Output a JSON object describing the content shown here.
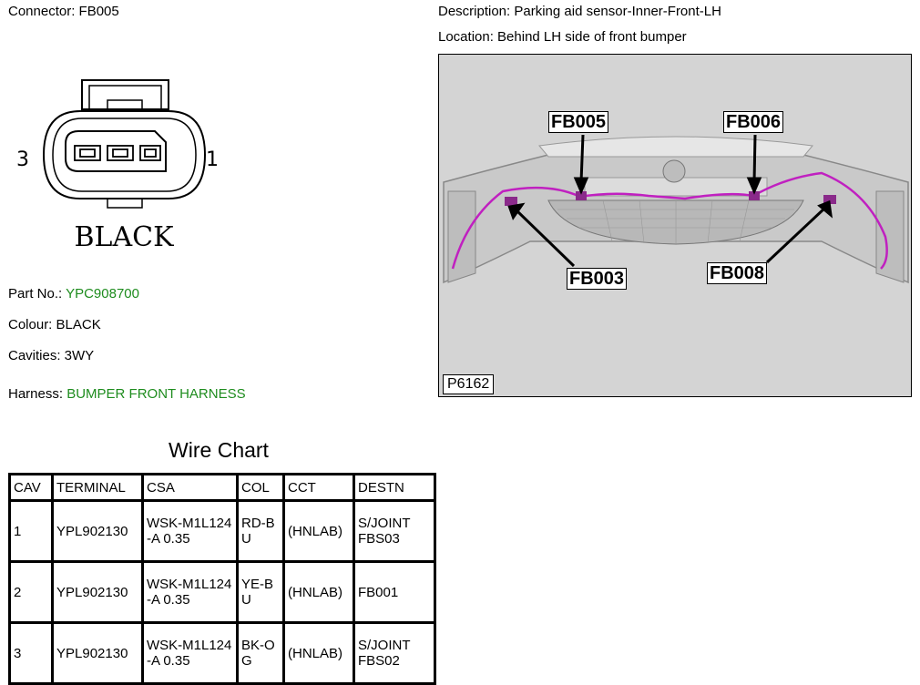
{
  "connector": {
    "label": "Connector: FB005",
    "pin_left": "3",
    "pin_right": "1",
    "color_caption": "BLACK"
  },
  "description": "Description: Parking aid sensor-Inner-Front-LH",
  "location": "Location: Behind LH side of front bumper",
  "part": {
    "label": "Part No.: ",
    "value": "YPC908700"
  },
  "colour": "Colour: BLACK",
  "cavities": "Cavities: 3WY",
  "harness": {
    "label": "Harness: ",
    "value": "BUMPER FRONT HARNESS"
  },
  "photo": {
    "callouts": [
      "FB005",
      "FB006",
      "FB003",
      "FB008"
    ],
    "ref": "P6162"
  },
  "wire_chart": {
    "title": "Wire Chart",
    "headers": [
      "CAV",
      "TERMINAL",
      "CSA",
      "COL",
      "CCT",
      "DESTN"
    ],
    "rows": [
      [
        "1",
        "YPL902130",
        "WSK-M1L124-A 0.35",
        "RD-BU",
        "(HNLAB)",
        "S/JOINT FBS03"
      ],
      [
        "2",
        "YPL902130",
        "WSK-M1L124-A 0.35",
        "YE-BU",
        "(HNLAB)",
        "FB001"
      ],
      [
        "3",
        "YPL902130",
        "WSK-M1L124-A 0.35",
        "BK-OG",
        "(HNLAB)",
        "S/JOINT FBS02"
      ]
    ]
  },
  "colors": {
    "harness_green": "#1e8c1e",
    "wire_magenta": "#c020c0"
  }
}
